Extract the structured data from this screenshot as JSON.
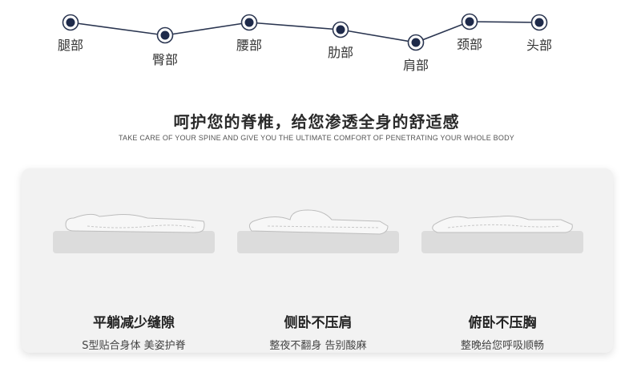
{
  "zones": [
    {
      "label": "腿部"
    },
    {
      "label": "臀部"
    },
    {
      "label": "腰部"
    },
    {
      "label": "肋部"
    },
    {
      "label": "肩部"
    },
    {
      "label": "颈部"
    },
    {
      "label": "头部"
    }
  ],
  "headline": "呵护您的脊椎，给您渗透全身的舒适感",
  "subline": "TAKE CARE OF YOUR SPINE AND GIVE YOU THE ULTIMATE COMFORT OF PENETRATING YOUR WHOLE BODY",
  "positions": [
    {
      "title": "平躺减少缝隙",
      "subtitle": "S型贴合身体 美姿护脊",
      "icon": "supine-body-icon"
    },
    {
      "title": "侧卧不压肩",
      "subtitle": "整夜不翻身 告别酸麻",
      "icon": "side-lying-body-icon"
    },
    {
      "title": "俯卧不压胸",
      "subtitle": "整晚给您呼吸顺畅",
      "icon": "prone-body-icon"
    }
  ],
  "colors": {
    "dot_fill": "#1e2a4a",
    "line": "#2a3550",
    "card_bg": "#f2f2f2",
    "mattress": "#dcdcdc"
  }
}
